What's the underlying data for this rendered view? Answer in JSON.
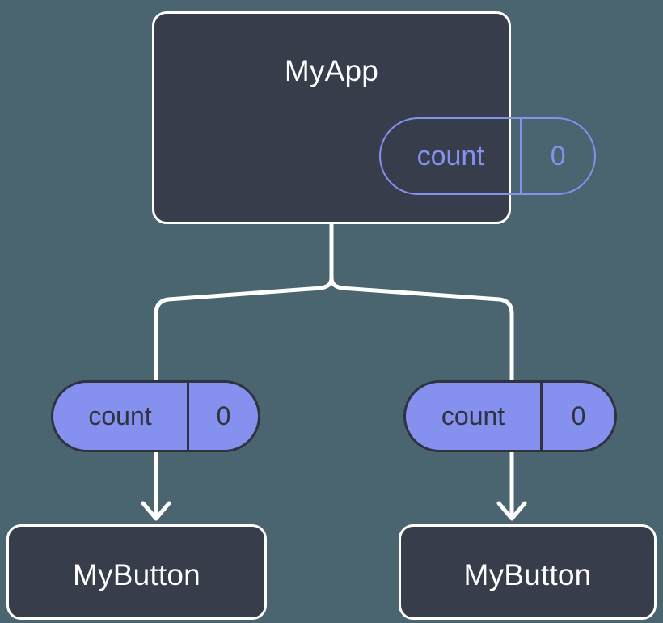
{
  "diagram": {
    "title": "MyApp component state propagation tree",
    "type": "tree",
    "colors": {
      "background": "#4a6570",
      "node_fill": "#383d4c",
      "node_border": "#ffffff",
      "node_text": "#ffffff",
      "pill_accent": "#8590ef",
      "pill_fill": "#8590ef",
      "pill_border": "#2e333f",
      "pill_text": "#2e333f",
      "connector": "#ffffff"
    }
  },
  "root": {
    "label": "MyApp",
    "state": {
      "key": "count",
      "value": "0"
    }
  },
  "branches": [
    {
      "side": "left",
      "state": {
        "key": "count",
        "value": "0"
      },
      "child": {
        "label": "MyButton"
      }
    },
    {
      "side": "right",
      "state": {
        "key": "count",
        "value": "0"
      },
      "child": {
        "label": "MyButton"
      }
    }
  ],
  "connectors": {
    "fork_icon": "tree-fork-connector",
    "arrow_icon": "arrow-down-icon"
  }
}
